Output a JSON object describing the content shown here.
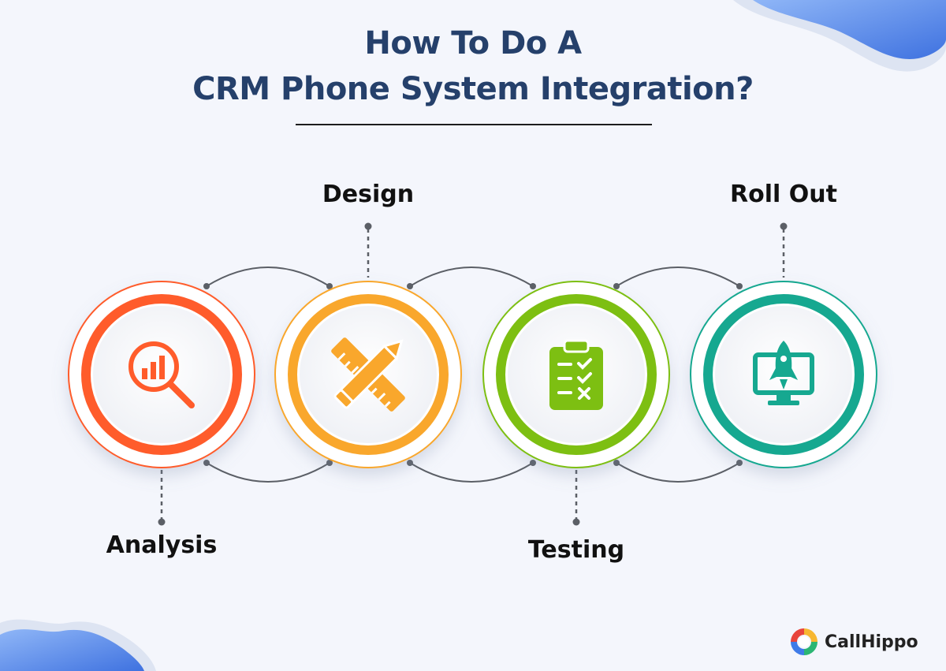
{
  "title": {
    "line1": "How To Do A",
    "line2": "CRM Phone System Integration?"
  },
  "steps": [
    {
      "label": "Analysis",
      "icon": "magnifier-bar-chart-icon",
      "color": "#ff5c2b"
    },
    {
      "label": "Design",
      "icon": "pencil-ruler-icon",
      "color": "#f9a72c"
    },
    {
      "label": "Testing",
      "icon": "clipboard-checklist-icon",
      "color": "#7dbf12"
    },
    {
      "label": "Roll Out",
      "icon": "monitor-rocket-icon",
      "color": "#16a890"
    }
  ],
  "brand": {
    "name": "CallHippo",
    "logo": "callhippo-logo"
  },
  "colors": {
    "title": "#25406b",
    "background": "#f4f6fc",
    "accent_blue": "#5a8ef0"
  }
}
